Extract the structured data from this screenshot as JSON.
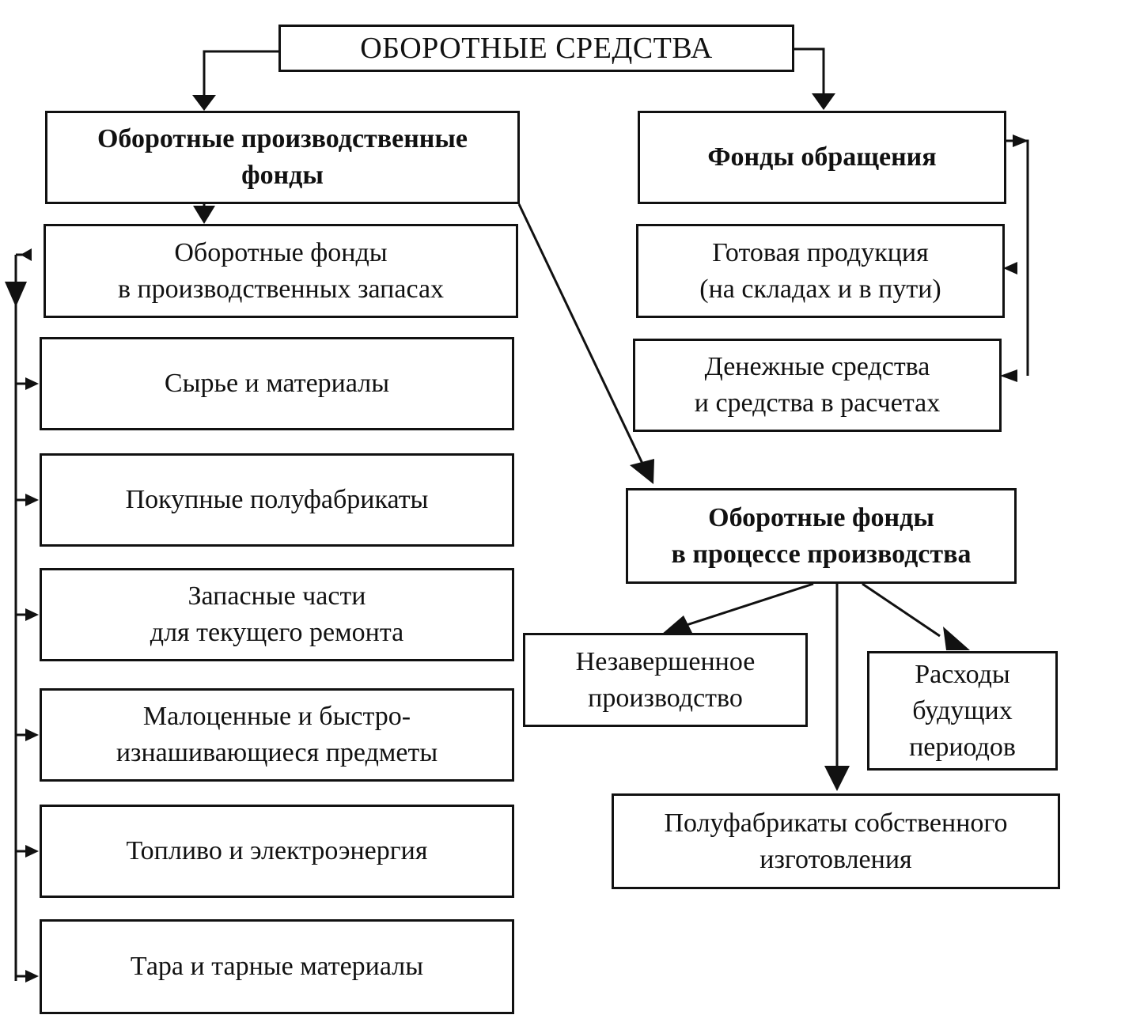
{
  "root": {
    "label": "ОБОРОТНЫЕ СРЕДСТВА"
  },
  "production_funds": {
    "label": [
      "Оборотные производственные",
      "фонды"
    ],
    "inventories": {
      "label": [
        "Оборотные фонды",
        "в производственных запасах"
      ],
      "items": [
        [
          "Сырье и материалы"
        ],
        [
          "Покупные полуфабрикаты"
        ],
        [
          "Запасные части",
          "для текущего ремонта"
        ],
        [
          "Малоценные и быстро-",
          "изнашивающиеся предметы"
        ],
        [
          "Топливо и электроэнергия"
        ],
        [
          "Тара и тарные материалы"
        ]
      ]
    },
    "in_process": {
      "label": [
        "Оборотные фонды",
        "в процессе производства"
      ],
      "items": {
        "wip": [
          "Незавершенное",
          "производство"
        ],
        "deferred": [
          "Расходы",
          "будущих",
          "периодов"
        ],
        "semi_finished": [
          "Полуфабрикаты собственного",
          "изготовления"
        ]
      }
    }
  },
  "circulation_funds": {
    "label": [
      "Фонды обращения"
    ],
    "items": [
      [
        "Готовая продукция",
        "(на складах и в пути)"
      ],
      [
        "Денежные средства",
        "и средства в расчетах"
      ]
    ]
  }
}
